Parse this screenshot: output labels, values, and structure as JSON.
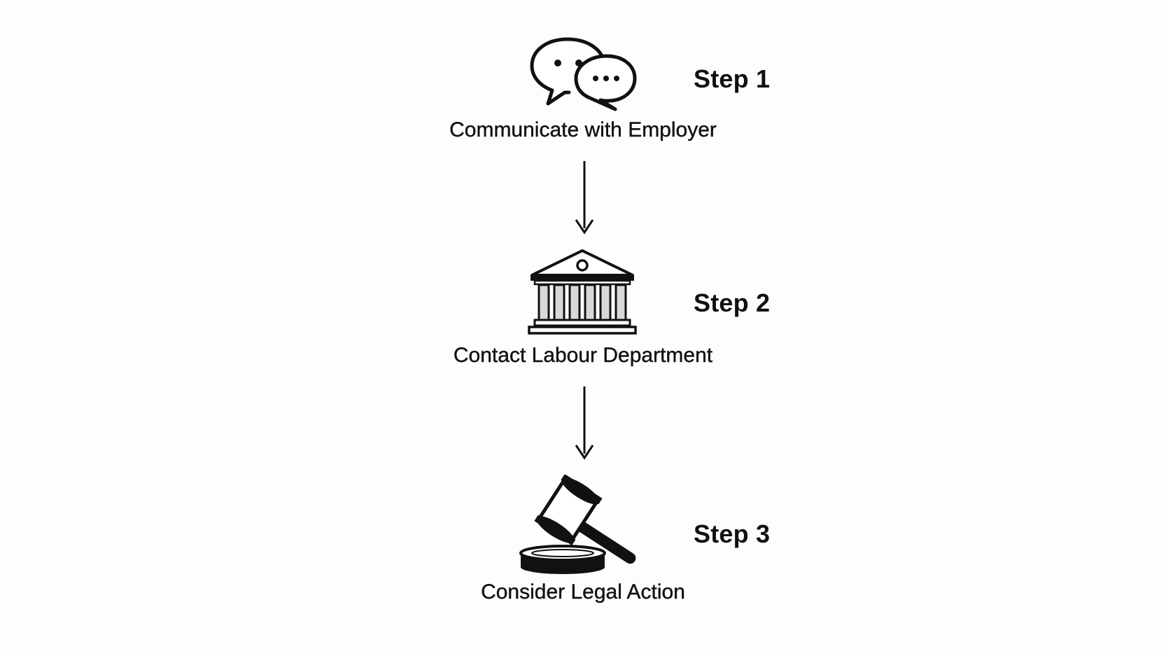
{
  "steps": [
    {
      "label": "Step 1",
      "caption": "Communicate with Employer",
      "icon": "chat-bubbles-icon"
    },
    {
      "label": "Step 2",
      "caption": "Contact Labour Department",
      "icon": "government-building-icon"
    },
    {
      "label": "Step 3",
      "caption": "Consider Legal Action",
      "icon": "gavel-icon"
    }
  ],
  "colors": {
    "ink": "#111111",
    "background": "#fdfdfd"
  }
}
